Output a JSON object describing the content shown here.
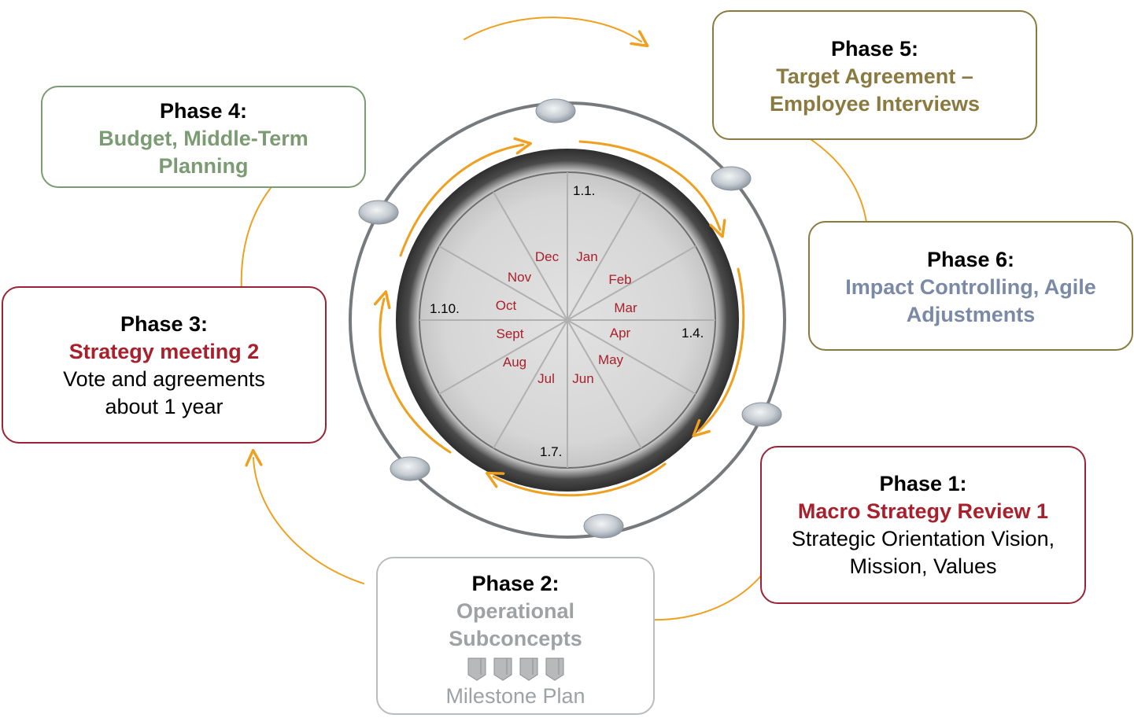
{
  "colors": {
    "arrow": "#f0a020",
    "red_text": "#a8202c",
    "green_text": "#7b9c72",
    "olive_text": "#8a7a40",
    "blue_text": "#7a8aa6",
    "gray_text": "#9ea2a5"
  },
  "wheel": {
    "months": [
      "Jan",
      "Feb",
      "Mar",
      "Apr",
      "May",
      "Jun",
      "Jul",
      "Aug",
      "Sept",
      "Oct",
      "Nov",
      "Dec"
    ],
    "dates": {
      "top": "1.1.",
      "right": "1.4.",
      "bottom": "1.7.",
      "left": "1.10."
    }
  },
  "phases": {
    "p1": {
      "title": "Phase 1:",
      "subtitle": "Macro Strategy Review 1",
      "desc_1": "Strategic Orientation Vision,",
      "desc_2": "Mission, Values"
    },
    "p2": {
      "title": "Phase 2:",
      "subtitle_1": "Operational",
      "subtitle_2": "Subconcepts",
      "plan": "Milestone Plan",
      "icon": "document-icon"
    },
    "p3": {
      "title": "Phase 3:",
      "subtitle": "Strategy meeting 2",
      "desc_1": "Vote and agreements",
      "desc_2": "about 1 year"
    },
    "p4": {
      "title": "Phase 4:",
      "subtitle_1": "Budget, Middle-Term",
      "subtitle_2": "Planning"
    },
    "p5": {
      "title": "Phase 5:",
      "subtitle_1": "Target Agreement –",
      "subtitle_2": "Employee Interviews"
    },
    "p6": {
      "title": "Phase 6:",
      "subtitle_1": "Impact Controlling, Agile",
      "subtitle_2": "Adjustments"
    }
  }
}
